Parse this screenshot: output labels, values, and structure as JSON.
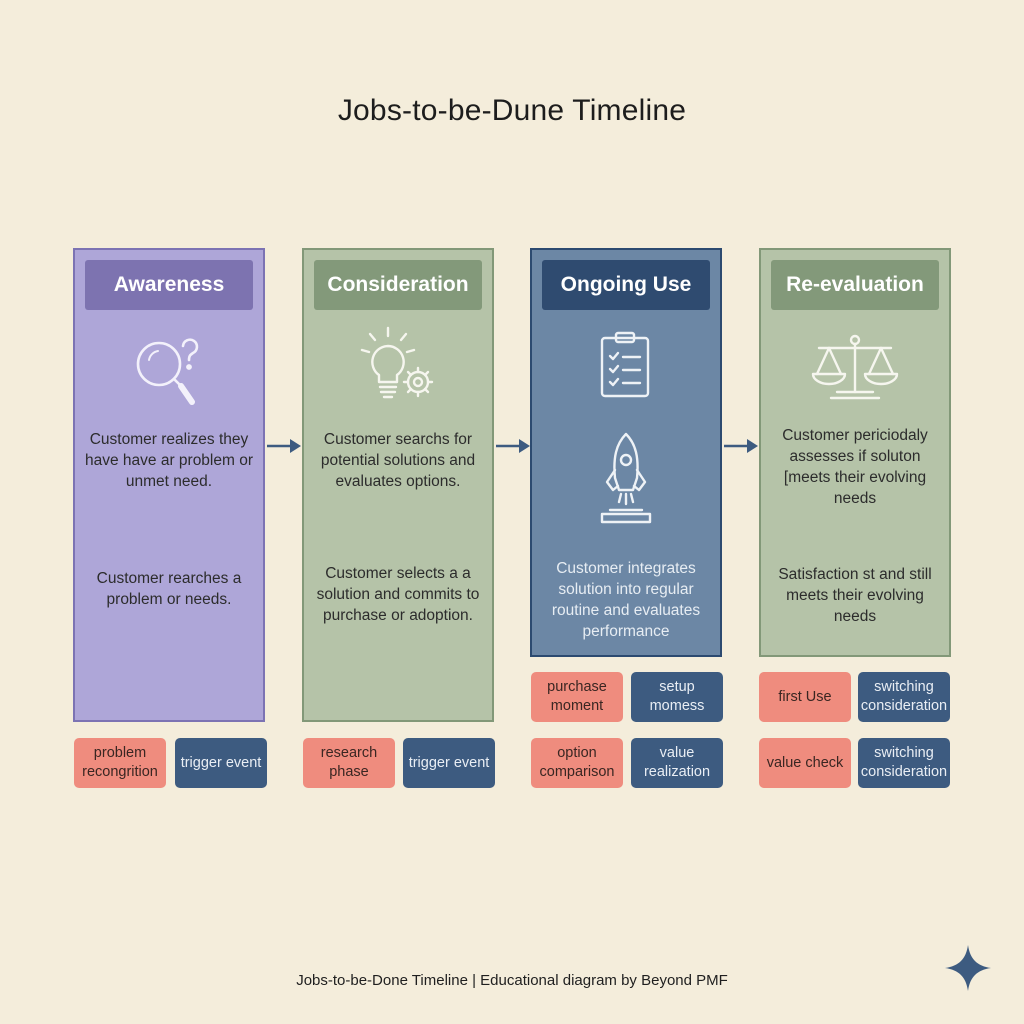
{
  "title": "Jobs-to-be-Dune Timeline",
  "colors": {
    "background": "#f4eddb",
    "awareness": "#aea6d8",
    "consideration": "#b5c3a8",
    "ongoing_use": "#6c87a5",
    "reevaluation": "#b5c3a8",
    "tag_coral": "#ef8c7e",
    "tag_navy": "#3d5b80",
    "arrow": "#3d5b80"
  },
  "stages": [
    {
      "name": "Awareness",
      "icon": "magnifier-question-icon",
      "text1": "Customer realizes they have have ar problem or unmet need.",
      "text2": "Customer rearches a problem or needs."
    },
    {
      "name": "Consideration",
      "icon": "lightbulb-gear-icon",
      "text1": "Customer searchs for potential solutions and evaluates options.",
      "text2": "Customer selects a a solution and commits to purchase or adoption."
    },
    {
      "name": "Ongoing Use",
      "icon": "clipboard-checklist-icon",
      "icon2": "rocket-icon",
      "text1": "Customer integrates solution into regular routine and evaluates performance"
    },
    {
      "name": "Re-evaluation",
      "icon": "balance-scale-icon",
      "text1": "Customer periciodaly assesses if soluton [meets their evolving needs",
      "text2": "Satisfaction st and still meets their evolving needs"
    }
  ],
  "tags": {
    "awareness": [
      "problem recongrition",
      "trigger event"
    ],
    "consideration": [
      "research phase",
      "trigger event"
    ],
    "ongoing_use_row1": [
      "purchase moment",
      "setup momess"
    ],
    "ongoing_use_row2": [
      "option comparison",
      "value realization"
    ],
    "reevaluation_row1": [
      "first Use",
      "switching consideration"
    ],
    "reevaluation_row2": [
      "value check",
      "switching consideration"
    ]
  },
  "footer": "Jobs-to-be-Done Timeline | Educational diagram by Beyond PMF",
  "logo": "four-point-star-icon"
}
